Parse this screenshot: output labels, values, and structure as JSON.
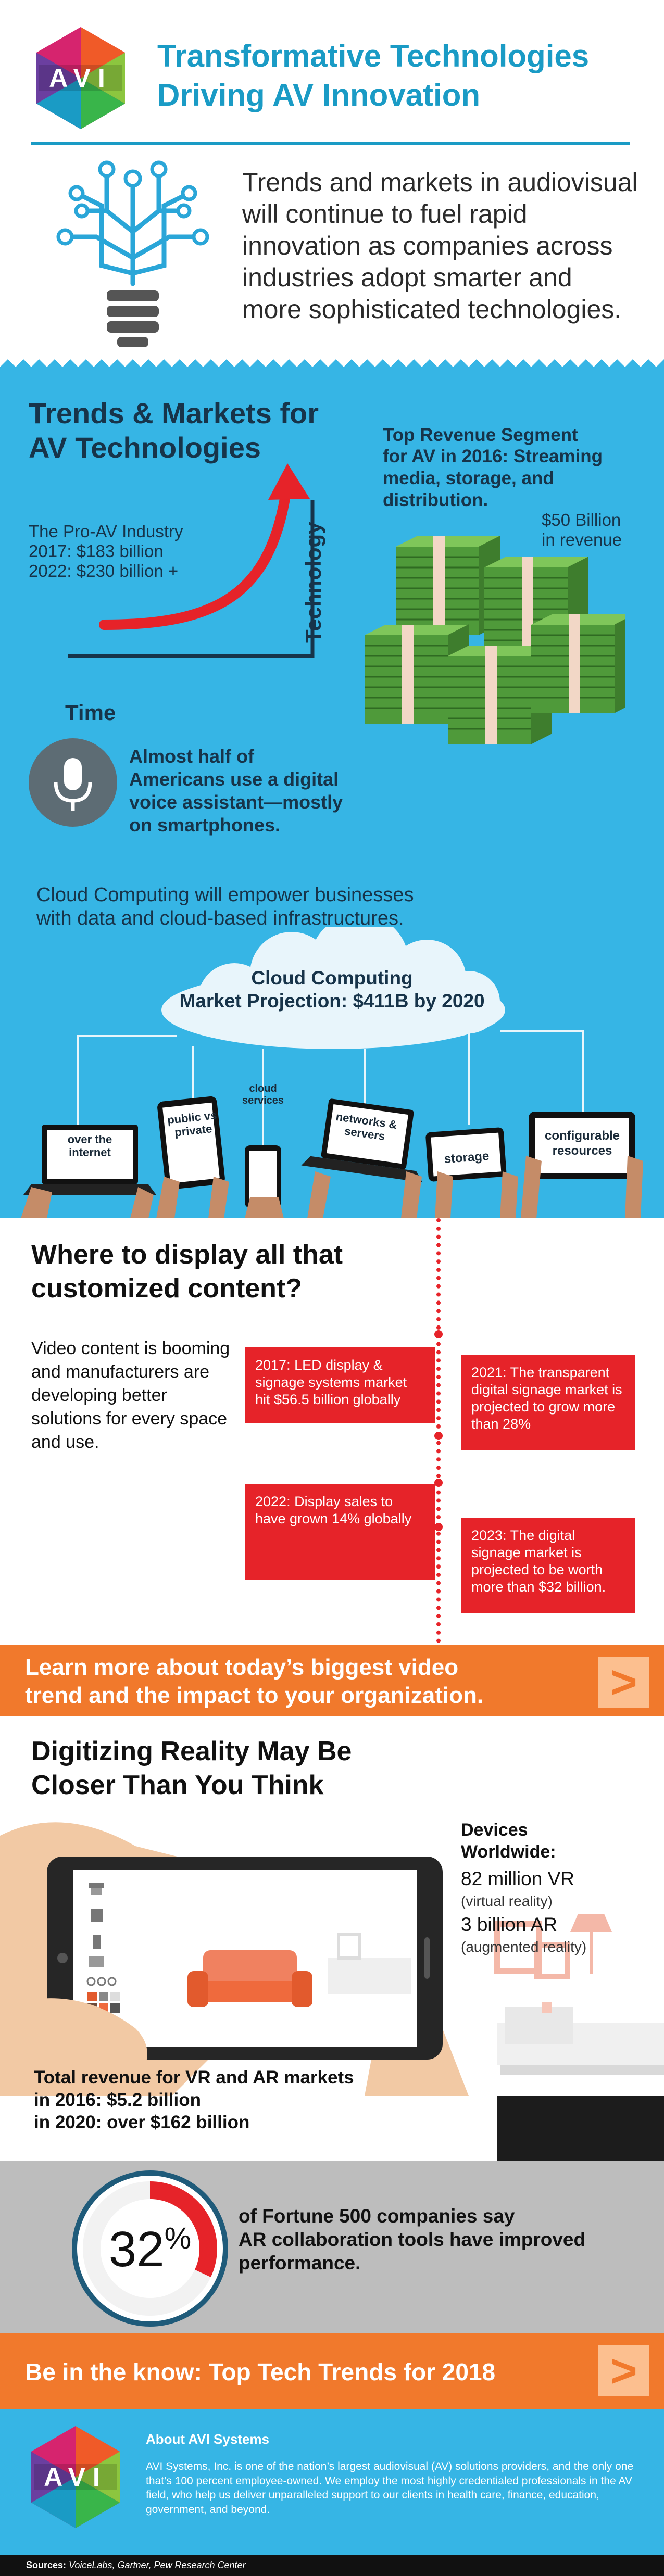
{
  "header": {
    "logo_text": "AVI",
    "title_line1": "Transformative Technologies",
    "title_line2": "Driving AV Innovation"
  },
  "intro": {
    "text": "Trends and markets in audiovisual will continue to fuel rapid innovation as companies across industries adopt smarter and more sophisticated technologies."
  },
  "trends": {
    "heading_line1": "Trends & Markets for",
    "heading_line2": "AV Technologies",
    "industry_line1": "The Pro-AV Industry",
    "industry_line2": "2017: $183 billion",
    "industry_line3": "2022: $230 billion +",
    "axis_x": "Time",
    "axis_y": "Technology",
    "segment_line1": "Top Revenue Segment",
    "segment_line2": "for AV in 2016: Streaming",
    "segment_line3": "media, storage, and",
    "segment_line4": "distribution.",
    "revenue_line1": "$50 Billion",
    "revenue_line2": "in revenue",
    "voice_line1": "Almost half of",
    "voice_line2": "Americans use a digital",
    "voice_line3": "voice assistant—mostly",
    "voice_line4": "on smartphones.",
    "icons": [
      "lightbulb-circuit-icon",
      "microphone-icon",
      "money-stacks-icon"
    ]
  },
  "cloud": {
    "intro_line1": "Cloud Computing will empower businesses",
    "intro_line2": "with data and cloud-based infrastructures.",
    "cloud_line1": "Cloud Computing",
    "cloud_line2": "Market Projection: $411B by 2020",
    "devices": [
      "over the internet",
      "public vs private",
      "cloud services",
      "networks & servers",
      "storage",
      "configurable resources"
    ]
  },
  "display": {
    "heading_line1": "Where to display all that",
    "heading_line2": "customized content?",
    "body": "Video content is booming and manufacturers are developing better solutions for every space and use.",
    "events": [
      {
        "text": "2017: LED display & signage systems market hit $56.5 billion globally"
      },
      {
        "text": "2021: The transparent digital signage market is projected to grow more than 28%"
      },
      {
        "text": "2022: Display sales to have grown 14% globally"
      },
      {
        "text": "2023: The digital signage market is projected to be worth more than $32 billion."
      }
    ]
  },
  "cta1": {
    "line1": "Learn more about today’s biggest video",
    "line2": "trend and the impact to your organization.",
    "arrow": ">"
  },
  "vr": {
    "heading_line1": "Digitizing Reality May Be",
    "heading_line2": "Closer Than You Think",
    "devices_title1": "Devices",
    "devices_title2": "Worldwide:",
    "vr_count": "82 million VR",
    "vr_note": "(virtual reality)",
    "ar_count": "3 billion AR",
    "ar_note": "(augmented reality)",
    "revenue_line1": "Total revenue for VR and AR markets",
    "revenue_line2": "in 2016: $5.2 billion",
    "revenue_line3": "in 2020: over $162 billion"
  },
  "fortune": {
    "percent_value": 32,
    "percent_label": "32",
    "percent_sign": "%",
    "line1": "of Fortune 500 companies say",
    "line2": "AR collaboration tools have improved",
    "line3": "performance."
  },
  "cta2": {
    "text": "Be in the know: Top Tech Trends for 2018",
    "arrow": ">"
  },
  "about": {
    "logo_text": "AVI",
    "title": "About AVI Systems",
    "body": "AVI Systems, Inc. is one of the nation’s largest audiovisual (AV) solutions providers, and the only one that’s 100 percent employee-owned. We employ the most highly credentialed professionals in the AV field, who help us deliver unparalleled support to our clients in health care, finance, education, government, and beyond."
  },
  "sources": {
    "label": "Sources:",
    "text": "VoiceLabs, Gartner, Pew Research Center"
  },
  "colors": {
    "brand_blue": "#1a9bc5",
    "section_blue": "#36b5e5",
    "red": "#e62329",
    "orange": "#f1792c",
    "money_green": "#5ea844"
  }
}
